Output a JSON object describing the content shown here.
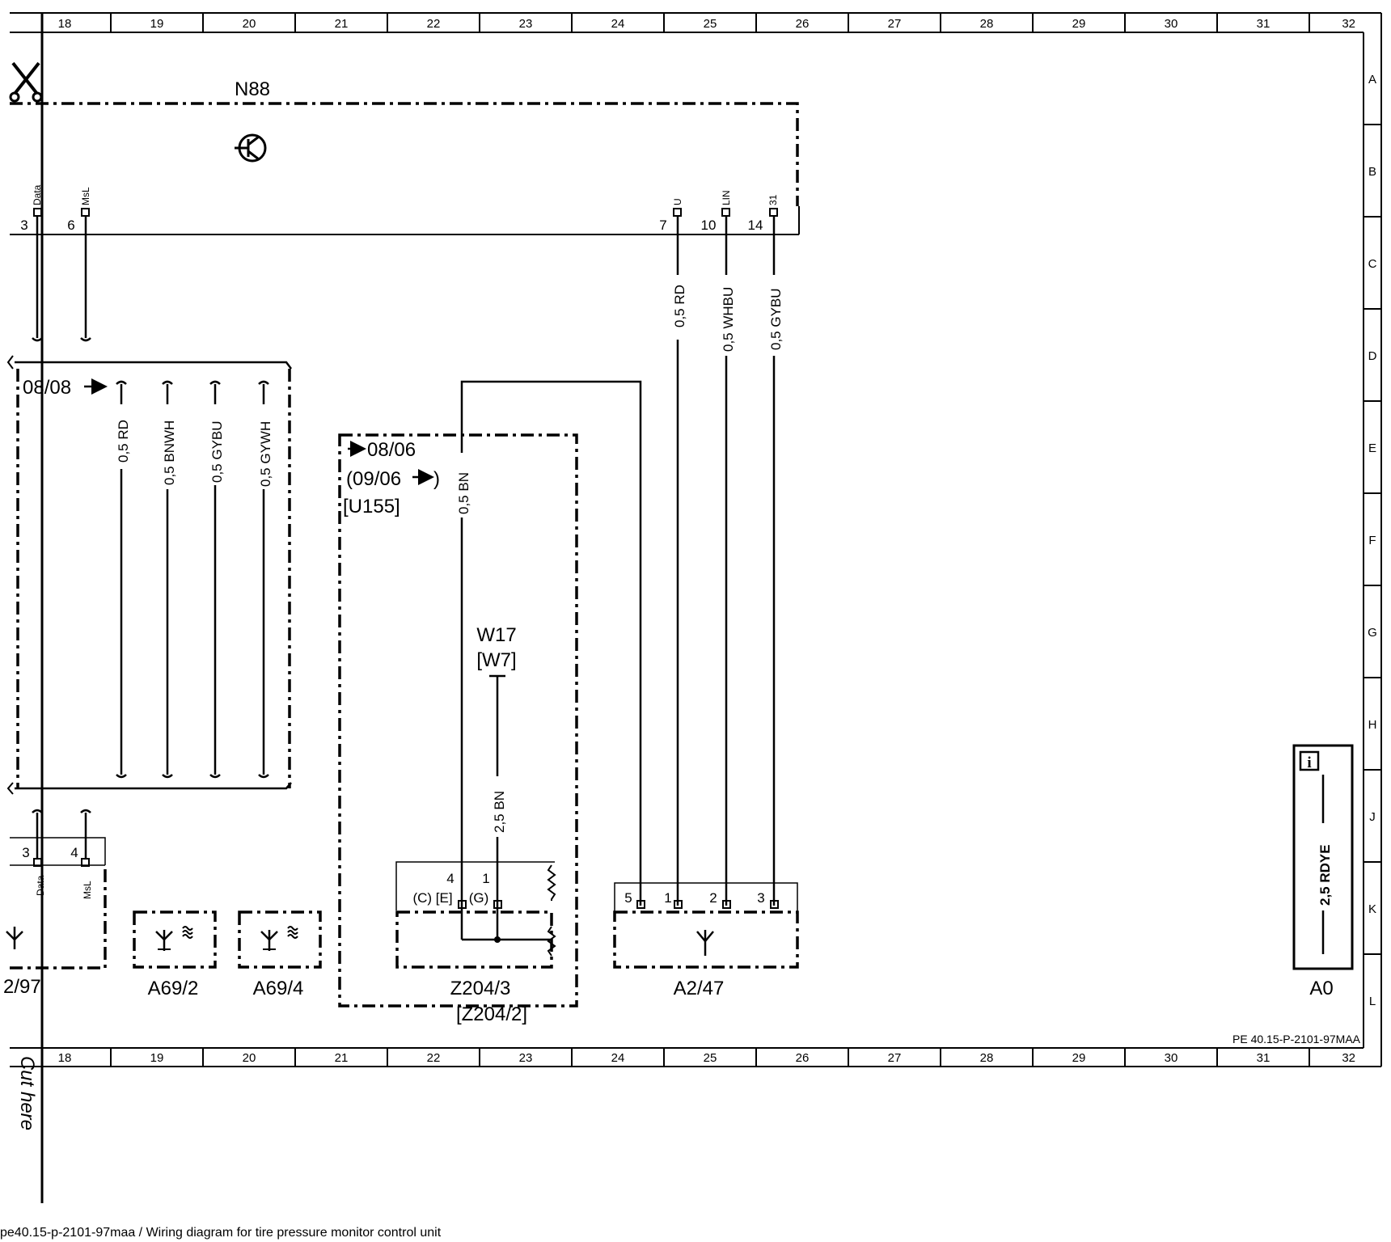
{
  "grid": {
    "columns": [
      "18",
      "19",
      "20",
      "21",
      "22",
      "23",
      "24",
      "25",
      "26",
      "27",
      "28",
      "29",
      "30",
      "31",
      "32"
    ],
    "rows": [
      "A",
      "B",
      "C",
      "D",
      "E",
      "F",
      "G",
      "H",
      "J",
      "K",
      "L"
    ]
  },
  "components": {
    "n88": {
      "name": "N88",
      "pins": [
        {
          "num": "3",
          "label": "Data"
        },
        {
          "num": "6",
          "label": "MsL"
        },
        {
          "num": "7",
          "label": "U"
        },
        {
          "num": "10",
          "label": "LIN"
        },
        {
          "num": "14",
          "label": "31"
        }
      ]
    },
    "a2_97": {
      "name": "2/97",
      "pins": [
        {
          "num": "3",
          "label": "Data"
        },
        {
          "num": "4",
          "label": "MsL"
        }
      ]
    },
    "a69_2": {
      "name": "A69/2"
    },
    "a69_4": {
      "name": "A69/4"
    },
    "z204_3": {
      "name": "Z204/3",
      "alt_name": "[Z204/2]",
      "pins": [
        {
          "num": "4",
          "label": "(C) [E]"
        },
        {
          "num": "1",
          "label": "(G)"
        }
      ]
    },
    "a2_47": {
      "name": "A2/47",
      "pins": [
        {
          "num": "5"
        },
        {
          "num": "1"
        },
        {
          "num": "2"
        },
        {
          "num": "3"
        }
      ]
    },
    "w17": {
      "name": "W17",
      "alt_name": "[W7]"
    },
    "a0": {
      "name": "A0",
      "wire": "2,5 RDYE"
    }
  },
  "wires": {
    "u_rd": "0,5 RD",
    "lin_whbu": "0,5 WHBU",
    "g31_gybu": "0,5 GYBU",
    "harness": [
      "0,5 RD",
      "0,5 BNWH",
      "0,5 GYBU",
      "0,5 GYWH"
    ],
    "bn_small": "0,5 BN",
    "bn_ground": "2,5 BN"
  },
  "refs": {
    "harness_model": "08/08",
    "variant_from": "08/06",
    "variant_until": "(09/06",
    "variant_close": ")",
    "variant_code": "[U155]"
  },
  "doc_code": "PE 40.15-P-2101-97MAA",
  "cut_label": "Cut here",
  "caption": "pe40.15-p-2101-97maa / Wiring diagram for tire pressure monitor control unit"
}
